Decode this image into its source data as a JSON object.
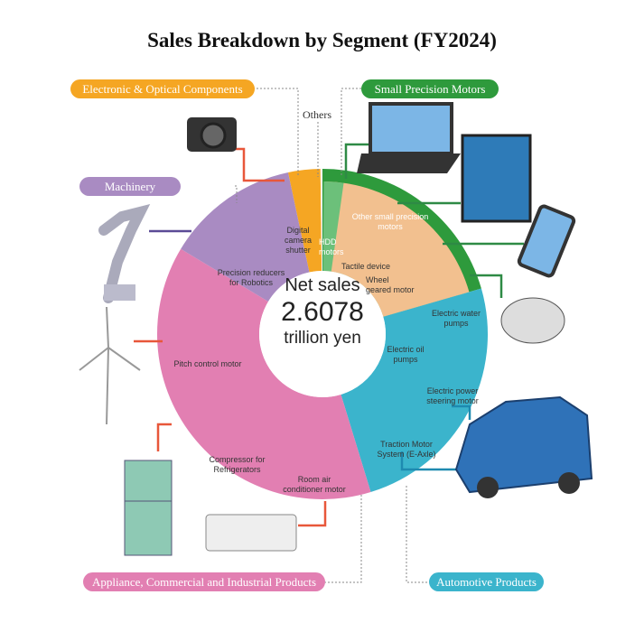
{
  "title": "Sales Breakdown by Segment (FY2024)",
  "center": {
    "line1": "Net sales",
    "value": "2.6078",
    "line3": "trillion yen"
  },
  "segments": {
    "electronic": {
      "label": "Electronic & Optical Components",
      "color": "#f5a623"
    },
    "small_motors": {
      "label": "Small Precision Motors",
      "color": "#2e9a3c"
    },
    "machinery": {
      "label": "Machinery",
      "color": "#a98bc2"
    },
    "appliance": {
      "label": "Appliance, Commercial and Industrial Products",
      "color": "#e27fb2"
    },
    "automotive": {
      "label": "Automotive Products",
      "color": "#3bb4cc"
    },
    "others": {
      "label": "Others"
    }
  },
  "products": {
    "camera_shutter": "Digital camera shutter",
    "hdd": "HDD motors",
    "other_small": "Other small precision motors",
    "tactile": "Tactile device",
    "wheel": "Wheel geared motor",
    "water_pumps": "Electric water pumps",
    "oil_pumps": "Electric oil pumps",
    "eps": "Electric power steering motor",
    "traction": "Traction Motor System (E-Axle)",
    "reducers": "Precision reducers for Robotics",
    "pitch": "Pitch control motor",
    "compressor": "Compressor for Refrigerators",
    "room_air": "Room air conditioner motor"
  }
}
